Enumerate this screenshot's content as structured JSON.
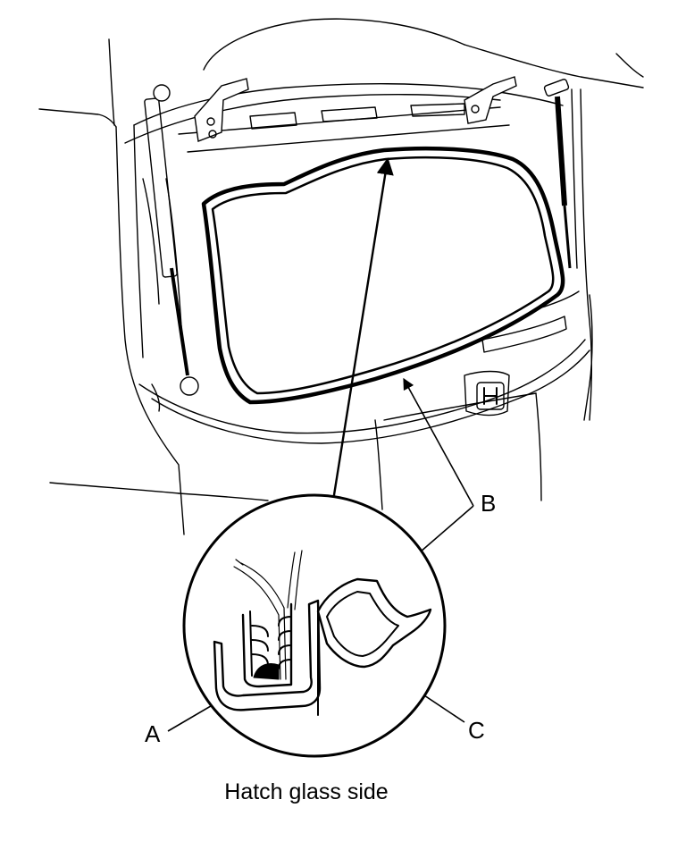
{
  "diagram": {
    "callouts": {
      "a": "A",
      "b": "B",
      "c": "C"
    },
    "caption": "Hatch glass side"
  },
  "colors": {
    "line": "#000000",
    "background": "#ffffff"
  }
}
